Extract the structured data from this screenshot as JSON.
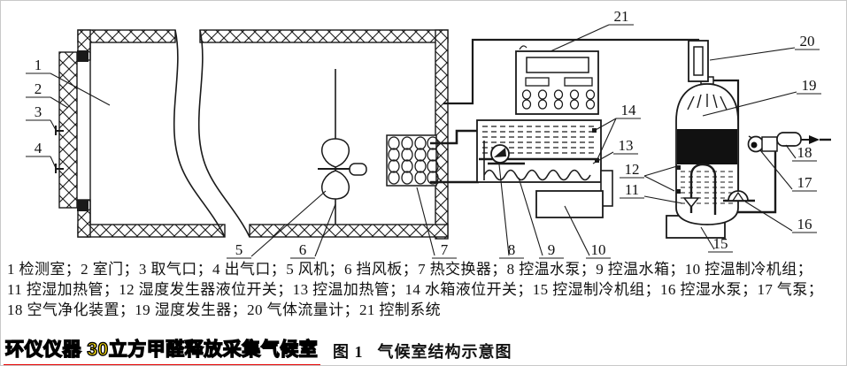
{
  "figure": {
    "brand": "环仪仪器 30立方甲醛释放采集气候室",
    "caption_label": "图 1",
    "caption_title": "气候室结构示意图"
  },
  "colors": {
    "line": "#1a1a1a",
    "brand_text": "#ffe10a",
    "brand_underline": "#e60000",
    "background": "#ffffff"
  },
  "legend": {
    "separator": "；",
    "lines": [
      {
        "trailing": "；",
        "items": [
          {
            "num": "1",
            "label": "检测室"
          },
          {
            "num": "2",
            "label": "室门"
          },
          {
            "num": "3",
            "label": "取气口"
          },
          {
            "num": "4",
            "label": "出气口"
          },
          {
            "num": "5",
            "label": "风机"
          },
          {
            "num": "6",
            "label": "挡风板"
          },
          {
            "num": "7",
            "label": "热交换器"
          },
          {
            "num": "8",
            "label": "控温水泵"
          },
          {
            "num": "9",
            "label": "控温水箱"
          },
          {
            "num": "10",
            "label": "控温制冷机组"
          }
        ]
      },
      {
        "trailing": "；",
        "items": [
          {
            "num": "11",
            "label": "控湿加热管"
          },
          {
            "num": "12",
            "label": "湿度发生器液位开关"
          },
          {
            "num": "13",
            "label": "控温加热管"
          },
          {
            "num": "14",
            "label": "水箱液位开关"
          },
          {
            "num": "15",
            "label": "控湿制冷机组"
          },
          {
            "num": "16",
            "label": "控湿水泵"
          },
          {
            "num": "17",
            "label": "气泵"
          }
        ]
      },
      {
        "trailing": "",
        "items": [
          {
            "num": "18",
            "label": "空气净化装置"
          },
          {
            "num": "19",
            "label": "湿度发生器"
          },
          {
            "num": "20",
            "label": "气体流量计"
          },
          {
            "num": "21",
            "label": "控制系统"
          }
        ]
      }
    ]
  },
  "diagram": {
    "callouts": [
      "1",
      "2",
      "3",
      "4",
      "5",
      "6",
      "7",
      "8",
      "9",
      "10",
      "11",
      "12",
      "13",
      "14",
      "15",
      "16",
      "17",
      "18",
      "19",
      "20",
      "21"
    ]
  }
}
